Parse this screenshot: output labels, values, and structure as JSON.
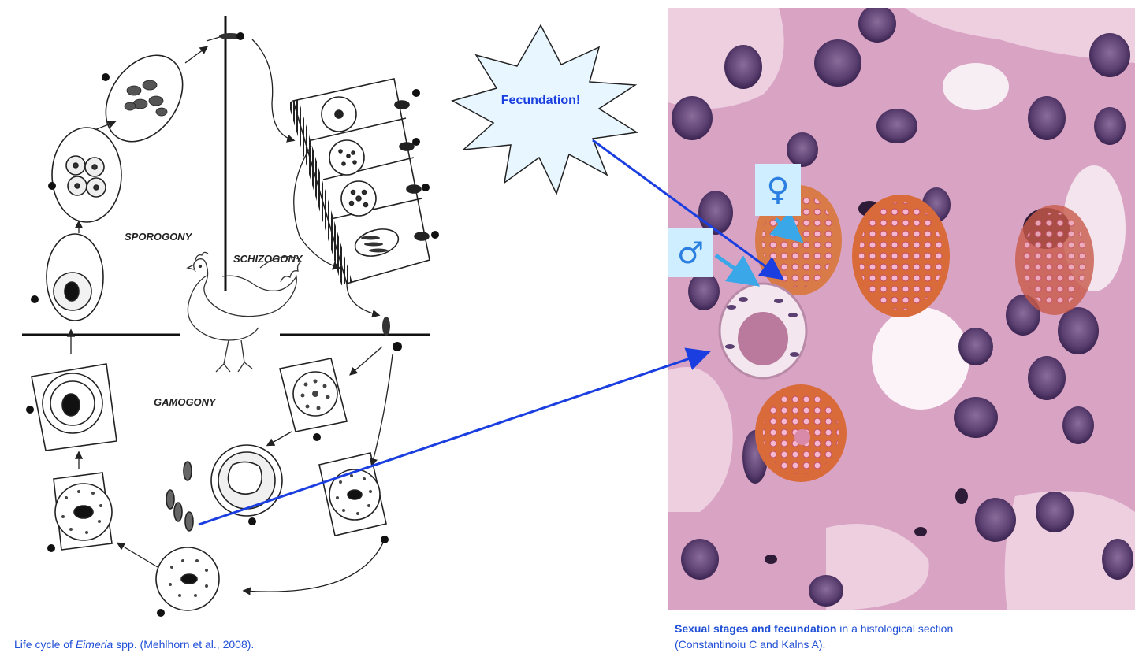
{
  "lifecycle": {
    "phases": {
      "sporogony": "SPOROGONY",
      "schizogony": "SCHIZOGONY",
      "gamogony": "GAMOGONY"
    },
    "caption_prefix": "Life cycle of ",
    "caption_genus": "Eimeria",
    "caption_suffix": " spp. (Mehlhorn et al., 2008)."
  },
  "callout": {
    "text": "Fecundation!"
  },
  "histology": {
    "caption_bold": "Sexual stages and fecundation",
    "caption_rest": " in a histological section",
    "caption_line2": "(Constantinoiu C and Kalns A)."
  },
  "symbols": {
    "female": "♀",
    "male": "♂"
  },
  "colors": {
    "caption_blue": "#1f4fd6",
    "arrow_blue": "#1a3ee0",
    "symbol_box": "#cfeeff",
    "symbol_arrow": "#3aa7e8",
    "callout_fill": "#e7f6ff"
  }
}
